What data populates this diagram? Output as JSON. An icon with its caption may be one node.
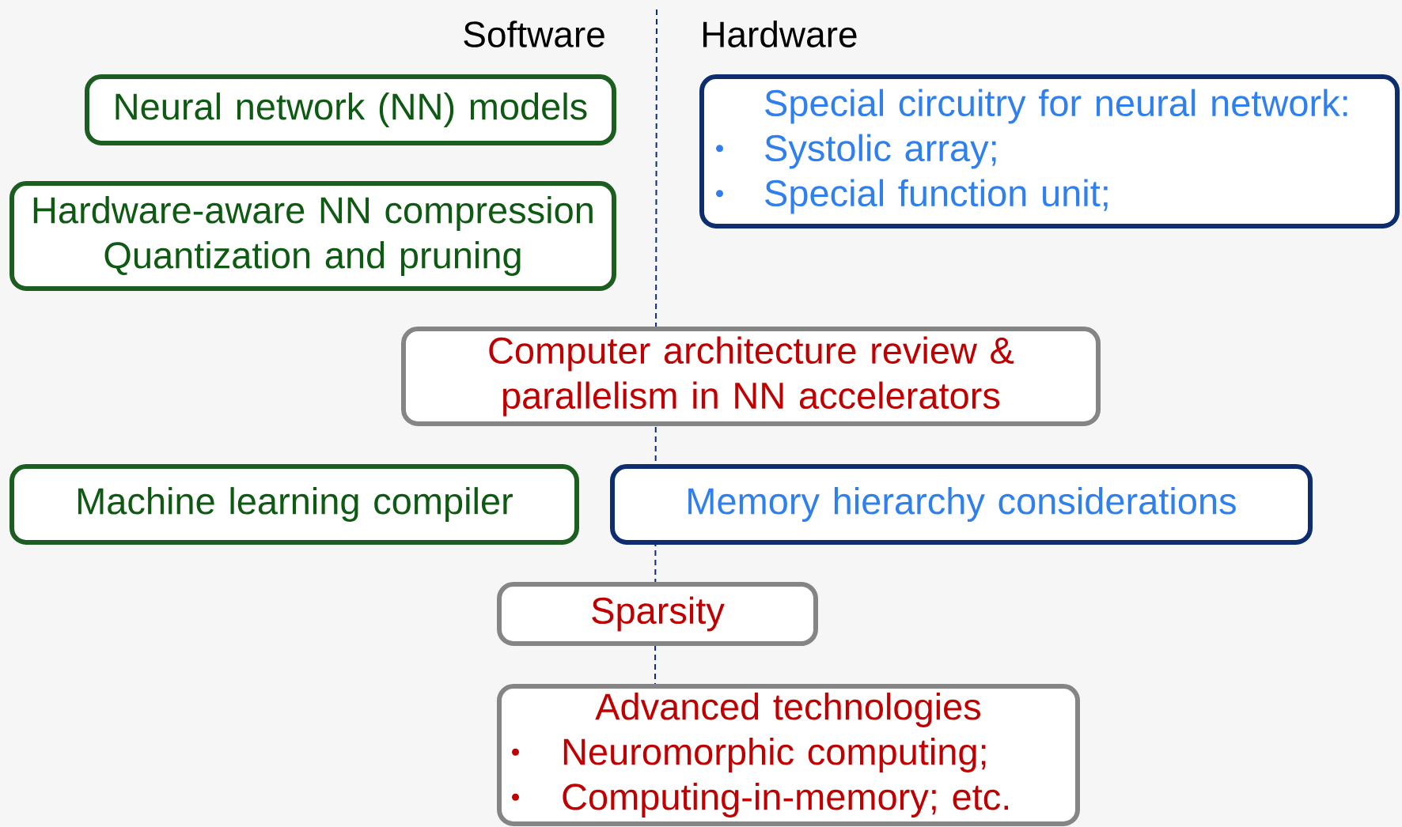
{
  "diagram": {
    "nodes": [
      {
        "text": [
          "Neural network (NN) models"
        ]
      },
      {
        "text": [
          "Hardware-aware NN compression",
          "Quantization and pruning"
        ]
      },
      {
        "text": [
          "Special circuitry for neural network:",
          "Systolic array;",
          "Special function unit;"
        ]
      },
      {
        "text": [
          "Computer architecture review & parallelism in NN accelerators"
        ]
      },
      {
        "text": [
          "Machine learning compiler"
        ]
      },
      {
        "text": [
          "Memory hierarchy considerations"
        ]
      },
      {
        "text": [
          "Sparsity"
        ]
      },
      {
        "text": [
          "Advanced technologies",
          "Neuromorphic computing;",
          "Computing-in-memory; etc."
        ]
      }
    ],
    "labels": [
      "Software",
      "Hardware"
    ]
  }
}
